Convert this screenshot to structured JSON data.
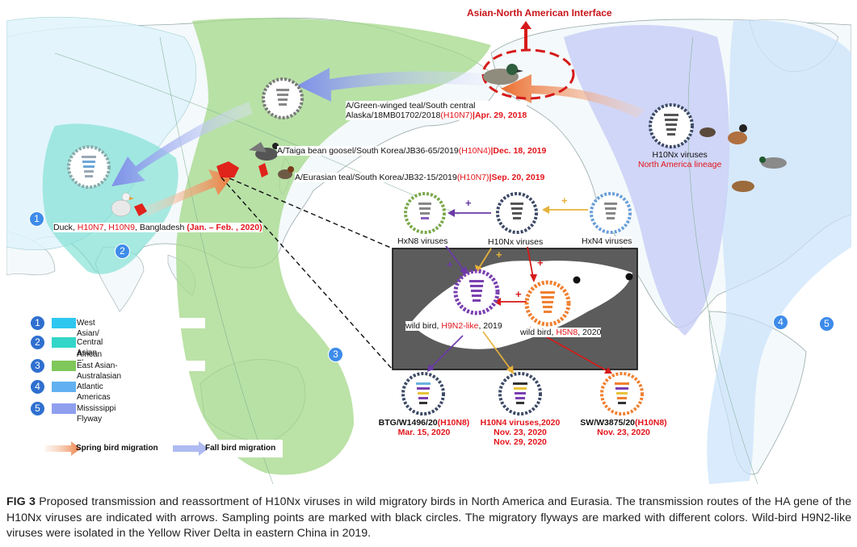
{
  "title": "Asian-North American Interface",
  "strains": {
    "alaska": {
      "line1": "A/Green-winged teal/South central",
      "line2": "Alaska/18MB01702/2018",
      "subtype": "(H10N7)",
      "date": "|Apr. 29, 2018"
    },
    "taiga": {
      "name": "A/Taiga bean goosel/South Korea/JB36-65/2019",
      "subtype": "(H10N4)",
      "date": "|Dec. 18, 2019"
    },
    "teal": {
      "name": "A/Eurasian teal/South Korea/JB32-15/2019",
      "subtype": "(H10N7)",
      "date": "|Sep. 20, 2019"
    },
    "bangladesh": {
      "prefix": "Duck, ",
      "s1": "H10N7",
      "sep": ", ",
      "s2": "H10N9",
      "mid": ", Bangladesh ",
      "date": "(Jan. – Feb. , 2020)"
    },
    "na": {
      "name": "H10Nx viruses",
      "lineage": "North America lineage"
    }
  },
  "viruses": {
    "hxn8": "HxN8 viruses",
    "h10nx": "H10Nx viruses",
    "hxn4": "HxN4 viruses",
    "plus": "+"
  },
  "inset": {
    "h9n2": {
      "prefix": "wild bird, ",
      "subtype": "H9N2-like",
      "suffix": ", 2019"
    },
    "h5n8": {
      "prefix": "wild bird, ",
      "subtype": "H5N8",
      "suffix": ", 2020"
    }
  },
  "isolates": [
    {
      "name": "BTG/W1496/20",
      "subtype": "(H10N8)",
      "dates": [
        "Mar. 15, 2020"
      ]
    },
    {
      "name": "",
      "subtype": "H10N4 viruses,2020",
      "dates": [
        "Nov. 23, 2020",
        "Nov. 29, 2020"
      ]
    },
    {
      "name": "SW/W3875/20",
      "subtype": "(H10N8)",
      "dates": [
        "Nov. 23, 2020"
      ]
    }
  ],
  "legend": [
    {
      "num": "1",
      "label": "West Asian/ East African Flyway",
      "color": "#2ec7f0"
    },
    {
      "num": "2",
      "label": "Central Asian Flyway",
      "color": "#34d6c9"
    },
    {
      "num": "3",
      "label": "East Asian-Australasian Flyway",
      "color": "#7fc75a"
    },
    {
      "num": "4",
      "label": "Atlantic Americas Flyway",
      "color": "#61b1f0"
    },
    {
      "num": "5",
      "label": "Mississippi Flyway",
      "color": "#8f9ff0"
    }
  ],
  "migration": {
    "spring": "Spring bird migration",
    "fall": "Fall bird migration"
  },
  "flyway_markers": [
    "1",
    "2",
    "3",
    "4",
    "5"
  ],
  "caption": {
    "label": "FIG 3",
    "text": "Proposed transmission and reassortment of H10Nx viruses in wild migratory birds in North America and Eurasia. The transmission routes of the HA gene of the H10Nx viruses are indicated with arrows. Sampling points are marked with black circles. The migratory flyways are marked with different colors. Wild-bird H9N2-like viruses were isolated in the Yellow River Delta in eastern China in 2019."
  }
}
